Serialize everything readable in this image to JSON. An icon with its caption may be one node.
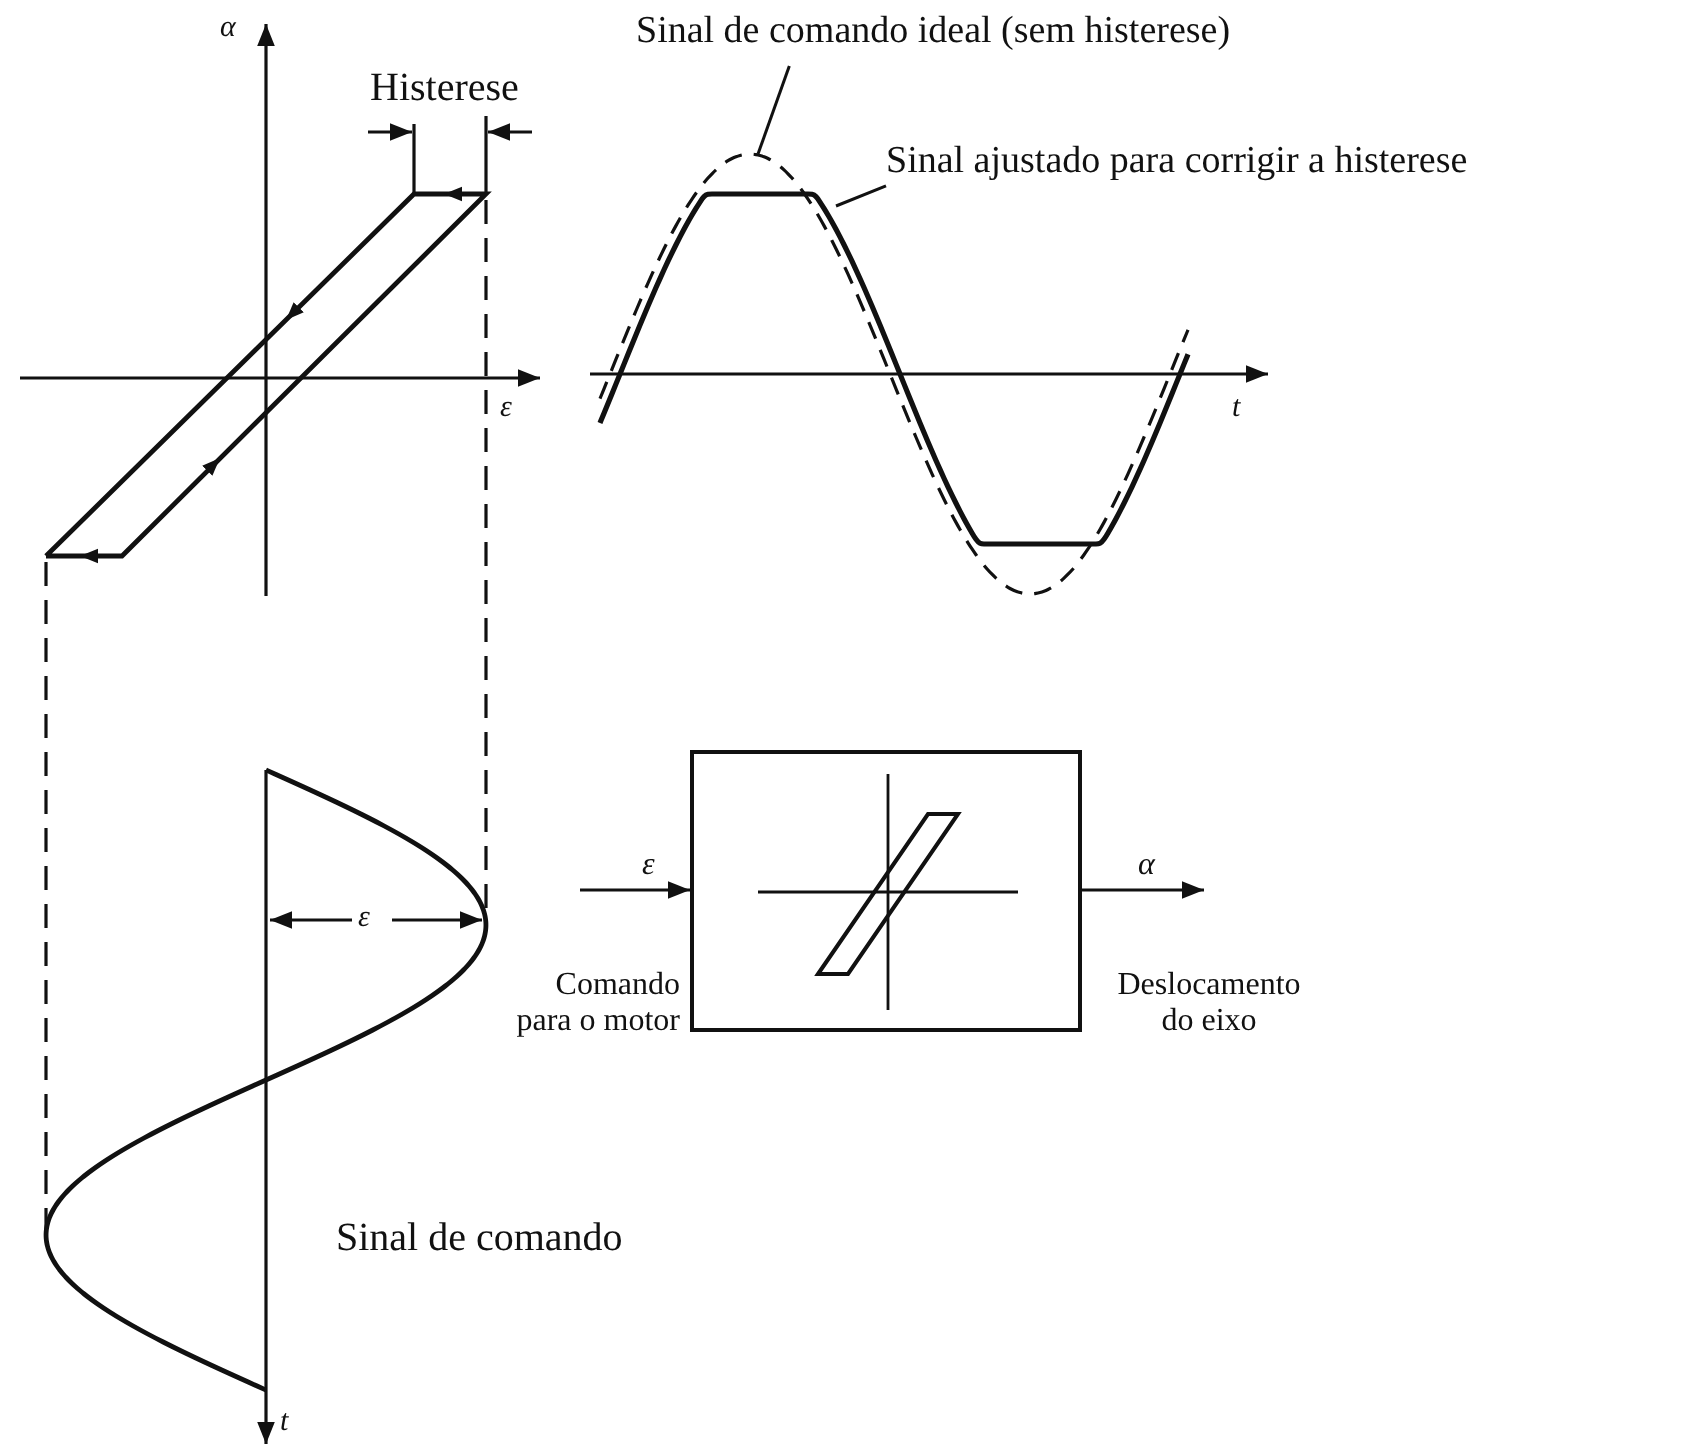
{
  "diagram": {
    "nodes": [
      {
        "text": [],
        "shape": "box",
        "beside": [
          "Comando para o motor",
          "Deslocamento do eixo"
        ]
      },
      {
        "text": [
          "Sinal de comando ideal (sem histerese)"
        ]
      },
      {
        "text": [
          "Sinal ajustado para corrigir a histerese"
        ]
      }
    ],
    "edges": [
      {
        "from": null,
        "to": 0,
        "arrow": "to",
        "label": "ε"
      },
      {
        "from": 0,
        "to": null,
        "arrow": "to",
        "label": "α"
      },
      {
        "from": 1,
        "to": null,
        "arrow": "none"
      },
      {
        "from": 2,
        "to": null,
        "arrow": "none"
      }
    ],
    "labels": [
      "α",
      "Histerese",
      "ε",
      "t",
      "ε",
      "Sinal de comando",
      "t"
    ]
  }
}
